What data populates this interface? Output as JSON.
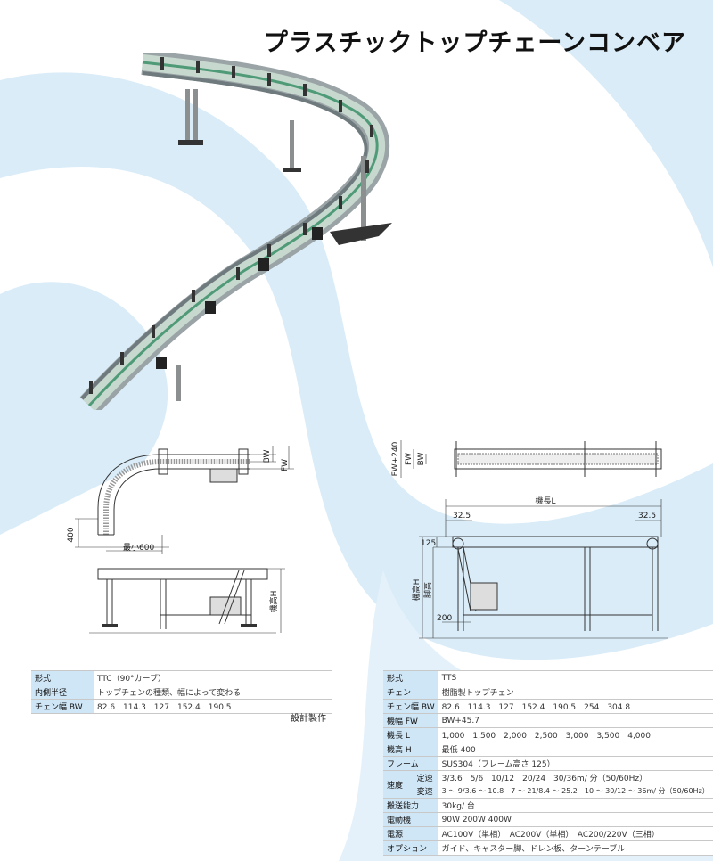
{
  "title": "プラスチックトップチェーンコンベア",
  "left_drawing": {
    "bw_label": "BW",
    "fw_label": "FW",
    "dim_400": "400",
    "dim_min600": "最小600",
    "height_label": "機高H"
  },
  "right_drawing": {
    "fw240_label": "FW+240",
    "fw_label": "FW",
    "bw_label": "BW",
    "length_label": "機長L",
    "dim_32_5_left": "32.5",
    "dim_32_5_right": "32.5",
    "dim_125": "125",
    "dim_200": "200",
    "height_label": "機高H",
    "leg_label": "脚高"
  },
  "table_left": {
    "rows": [
      {
        "label": "形式",
        "value": "TTC（90°カーブ）"
      },
      {
        "label": "内側半径",
        "value": "トップチェンの種類、幅によって変わる"
      },
      {
        "label": "チェン幅 BW",
        "value": "82.6　114.3　127　152.4　190.5"
      }
    ]
  },
  "credit": "設計製作",
  "table_right": {
    "rows": [
      {
        "label": "形式",
        "value": "TTS"
      },
      {
        "label": "チェン",
        "value": "樹脂製トップチェン"
      },
      {
        "label": "チェン幅 BW",
        "value": "82.6　114.3　127　152.4　190.5　254　304.8"
      },
      {
        "label": "機幅 FW",
        "value": "BW+45.7"
      },
      {
        "label": "機長 L",
        "value": "1,000　1,500　2,000　2,500　3,000　3,500　4,000"
      },
      {
        "label": "機高 H",
        "value": "最低 400"
      },
      {
        "label": "フレーム",
        "value": "SUS304（フレーム高さ 125）"
      }
    ],
    "speed": {
      "label": "速度",
      "fixed_label": "定速",
      "fixed_value": "3/3.6　5/6　10/12　20/24　30/36m/ 分（50/60Hz）",
      "variable_label": "変速",
      "variable_value": "3 〜 9/3.6 〜 10.8　7 〜 21/8.4 〜 25.2　10 〜 30/12 〜 36m/ 分（50/60Hz）"
    },
    "rows2": [
      {
        "label": "搬送能力",
        "value": "30kg/ 台"
      },
      {
        "label": "電動機",
        "value": "90W 200W 400W"
      },
      {
        "label": "電源",
        "value": "AC100V（単相）　AC200V（単相）　AC200/220V（三相）"
      },
      {
        "label": "オプション",
        "value": "ガイド、キャスター脚、ドレン板、ターンテーブル"
      }
    ]
  }
}
